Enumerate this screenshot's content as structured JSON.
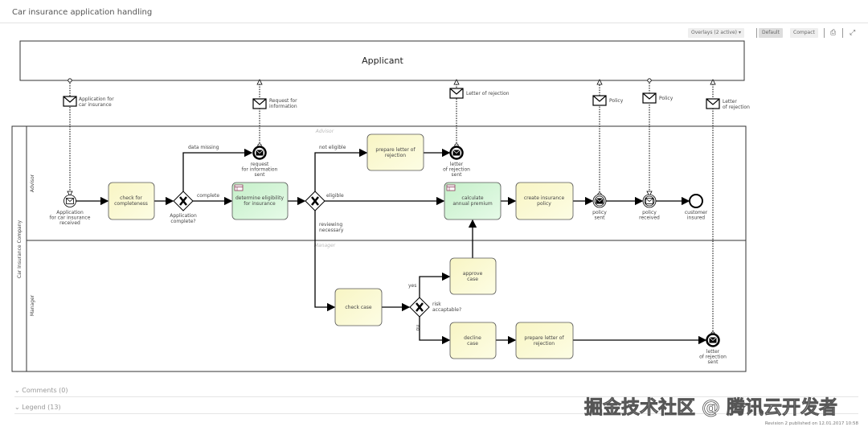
{
  "header": {
    "title": "Car insurance application handling"
  },
  "toolbar": {
    "overlays": "Overlays (2 active)",
    "default": "Default",
    "compact": "Compact",
    "print_icon": "printer-icon",
    "fullscreen_icon": "expand-icon"
  },
  "pools": {
    "applicant": "Applicant",
    "company": "Car Insurance Company"
  },
  "lanes": {
    "advisor": "Advisor",
    "manager": "Manager"
  },
  "messages": {
    "m1": [
      "Application for",
      "car insurance"
    ],
    "m2": [
      "Request for",
      "information"
    ],
    "m3": [
      "Letter of rejection"
    ],
    "m4": [
      "Policy"
    ],
    "m5": [
      "Policy"
    ],
    "m6": [
      "Letter",
      "of rejection"
    ]
  },
  "tasks": {
    "check_completeness": [
      "check for",
      "completeness"
    ],
    "determine_eligibility": [
      "determine eligibility",
      "for insurance"
    ],
    "prepare_rejection_1": [
      "prepare letter of",
      "rejection"
    ],
    "calculate_premium": [
      "calculate",
      "annual premium"
    ],
    "create_policy": [
      "create insurance",
      "policy"
    ],
    "check_case": [
      "check case"
    ],
    "approve_case": [
      "approve",
      "case"
    ],
    "decline_case": [
      "decline",
      "case"
    ],
    "prepare_rejection_2": [
      "prepare letter of",
      "rejection"
    ]
  },
  "events": {
    "start": [
      "Application",
      "for car insurance",
      "received"
    ],
    "request_sent": [
      "request",
      "for information",
      "sent"
    ],
    "rejection_sent_1": [
      "letter",
      "of rejection",
      "sent"
    ],
    "policy_sent": [
      "policy",
      "sent"
    ],
    "policy_received": [
      "policy",
      "received"
    ],
    "customer_insured": [
      "customer",
      "insured"
    ],
    "rejection_sent_2": [
      "letter",
      "of rejection",
      "sent"
    ]
  },
  "gateways": {
    "complete": [
      "Application",
      "complete?"
    ],
    "risk": [
      "risk",
      "accaptable?"
    ]
  },
  "flows": {
    "data_missing": "data missing",
    "complete": "complete",
    "not_eligible": "not eligible",
    "eligible": "eligible",
    "reviewing": [
      "reviewing",
      "necessary"
    ],
    "yes": "yes",
    "no": "no"
  },
  "footer": {
    "comments": "Comments (0)",
    "legend": "Legend (13)",
    "revision": "Revision 2 published on 12.01.2017 10:58",
    "watermark": "掘金技术社区 @ 腾讯云开发者"
  },
  "colors": {
    "task_yellow": "#fbf9cf",
    "task_green": "#d3f5d6"
  }
}
